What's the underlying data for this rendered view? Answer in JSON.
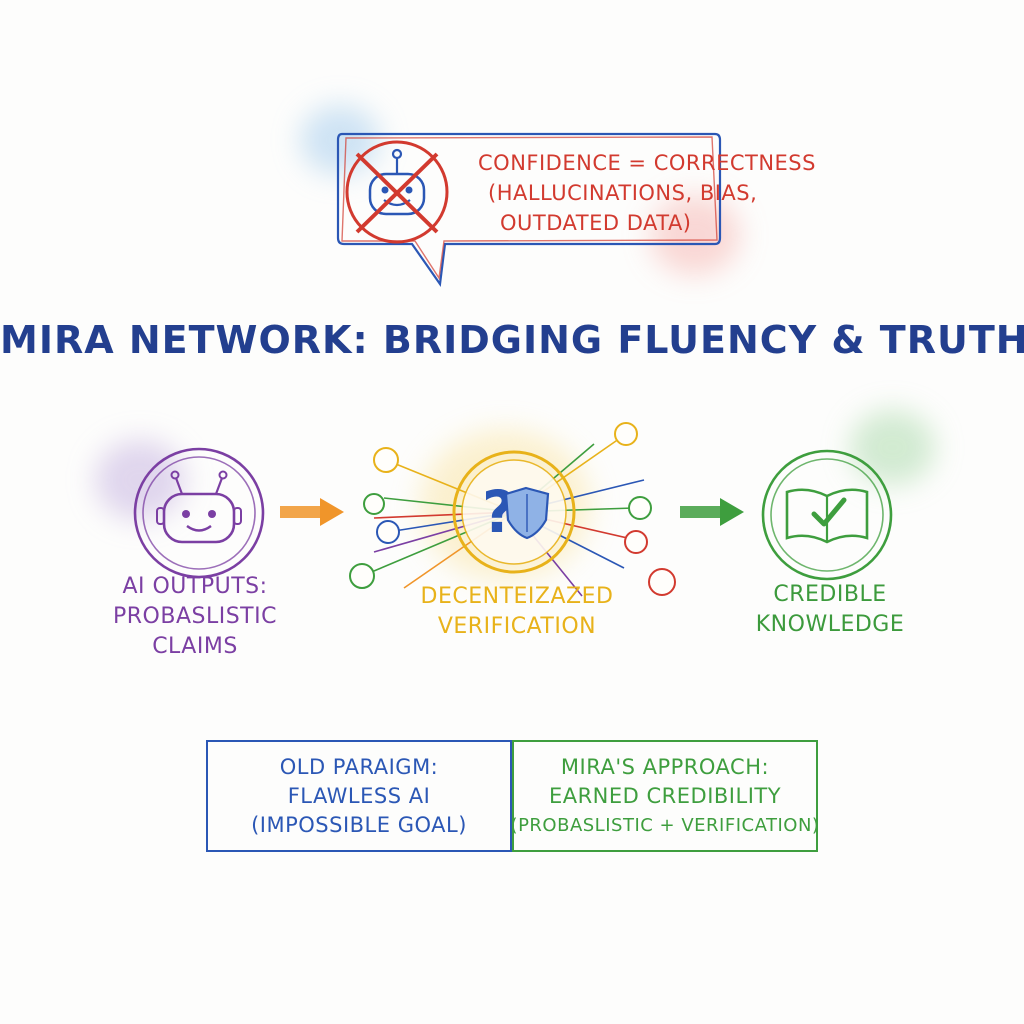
{
  "warning": {
    "lines": [
      "CONFIDENCE = CORRECTNESS",
      "(HALLUCINATIONS, BIAS,",
      "OUTDATED DATA)"
    ],
    "icon": "crossed-robot-icon"
  },
  "title": "MIRA NETWORK: BRIDGING FLUENCY & TRUTH",
  "flow": {
    "ai_outputs": {
      "lines": [
        "AI OUTPUTS:",
        "PROBASLISTIC",
        "CLAIMS"
      ],
      "icon": "robot-icon"
    },
    "verification": {
      "lines": [
        "DECENTEIZAZED",
        "VERIFICATION"
      ],
      "icon": "question-shield-network-icon"
    },
    "credible": {
      "lines": [
        "CREDIBLE",
        "KNOWLEDGE"
      ],
      "icon": "checked-book-icon"
    }
  },
  "comparison": {
    "old": [
      "OLD PARAIGM:",
      "FLAWLESS AI",
      "(IMPOSSIBLE GOAL)"
    ],
    "new": [
      "MIRA'S APPROACH:",
      "EARNED CREDIBILITY",
      "(PROBASLISTIC + VERIFICATION)"
    ]
  },
  "colors": {
    "red": "#d23a2f",
    "blue": "#2b57b5",
    "purple": "#7b3fa3",
    "orange": "#f0952a",
    "yellow": "#e8b21a",
    "green": "#3e9e3e",
    "title": "#233f8f"
  }
}
